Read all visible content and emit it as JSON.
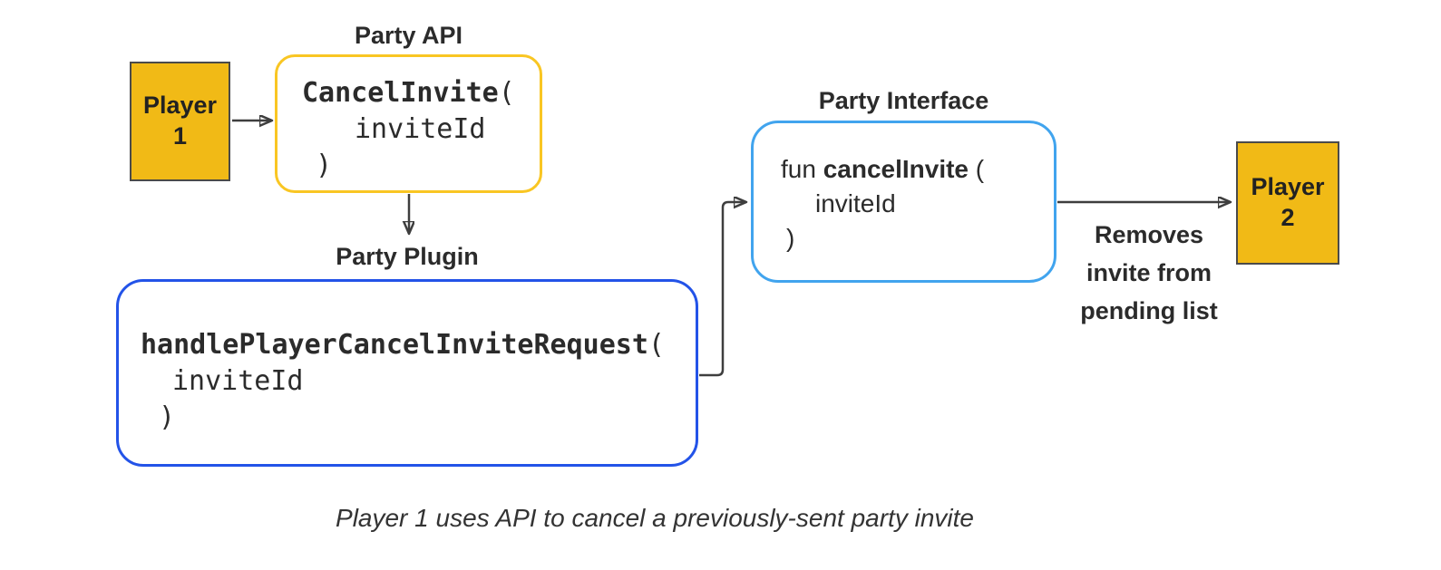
{
  "colors": {
    "background": "#ffffff",
    "player_fill": "#F1BA16",
    "player_border": "#4A4A4A",
    "api_border_yellow": "#F9C623",
    "plugin_border_blue": "#2353E8",
    "interface_border_lightblue": "#41A4EE",
    "arrow": "#3E3E3E",
    "text": "#262626"
  },
  "nodes": {
    "player1": {
      "label": "Player\n1"
    },
    "player2": {
      "label": "Player\n2"
    },
    "party_api": {
      "title": "Party API",
      "fn": "CancelInvite",
      "open_paren": "(",
      "param": "inviteId",
      "close_paren": ")"
    },
    "party_plugin": {
      "title": "Party Plugin",
      "fn": "handlePlayerCancelInviteRequest",
      "open_paren": "(",
      "param": "inviteId",
      "close_paren": ")"
    },
    "party_interface": {
      "title": "Party Interface",
      "keyword": "fun ",
      "fn": "cancelInvite",
      "open_paren": " (",
      "param": "inviteId",
      "close_paren": ")"
    }
  },
  "annotations": {
    "arrow_label": "Removes\ninvite from\npending list",
    "caption": "Player 1 uses API to cancel a previously-sent party invite"
  }
}
